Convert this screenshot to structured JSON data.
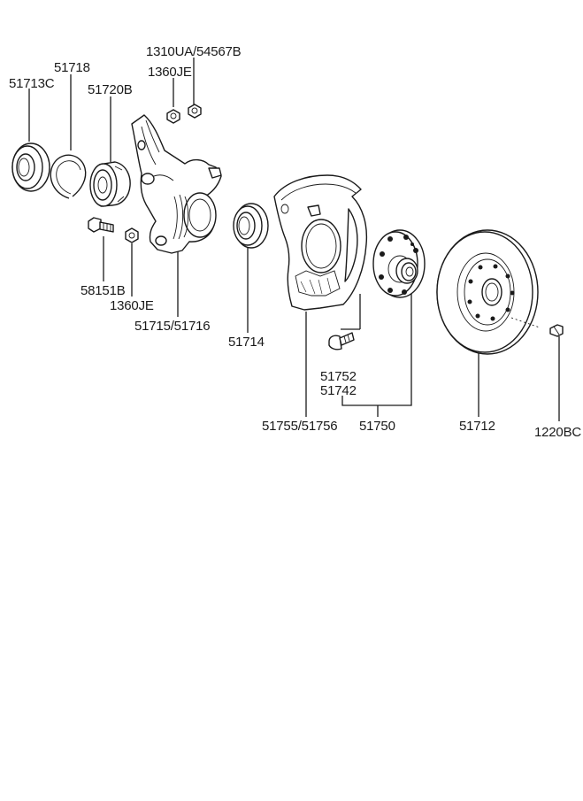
{
  "labels": {
    "oil_seal_outer": "51713C",
    "snap_ring": "51718",
    "bearing": "51720B",
    "nut_washer_combo": "1310UA/54567B",
    "nut_top": "1360JE",
    "knuckle_bolt": "58151B",
    "nut_bottom": "1360JE",
    "knuckle": "51715/51716",
    "oil_seal_inner": "51714",
    "dust_cover": "51755/51756",
    "hub_bolt": "51752",
    "hub": "51742",
    "hub_assy": "51750",
    "disc": "51712",
    "disc_screw": "1220BC"
  },
  "colors": {
    "ink": "#1a1a1a",
    "paper": "#ffffff"
  }
}
